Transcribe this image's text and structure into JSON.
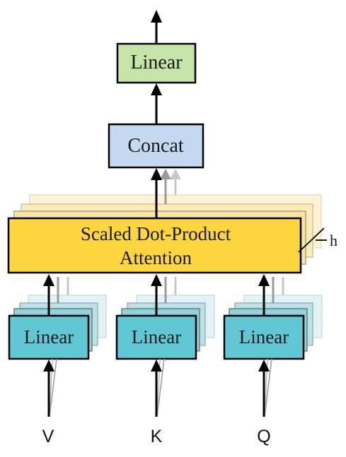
{
  "diagram": {
    "top_linear": {
      "label": "Linear",
      "fill": "#c5e4a8"
    },
    "concat": {
      "label": "Concat",
      "fill": "#c4d8ef"
    },
    "attention": {
      "label_line1": "Scaled Dot-Product",
      "label_line2": "Attention",
      "fill": "#fcd53f",
      "ghost_fill": "#fdf0c2"
    },
    "heads_label": "h",
    "projections": [
      {
        "label": "Linear",
        "input": "V"
      },
      {
        "label": "Linear",
        "input": "K"
      },
      {
        "label": "Linear",
        "input": "Q"
      }
    ],
    "linear_fill": "#5fc8d4",
    "linear_ghost_fill": "#d9eef2"
  }
}
